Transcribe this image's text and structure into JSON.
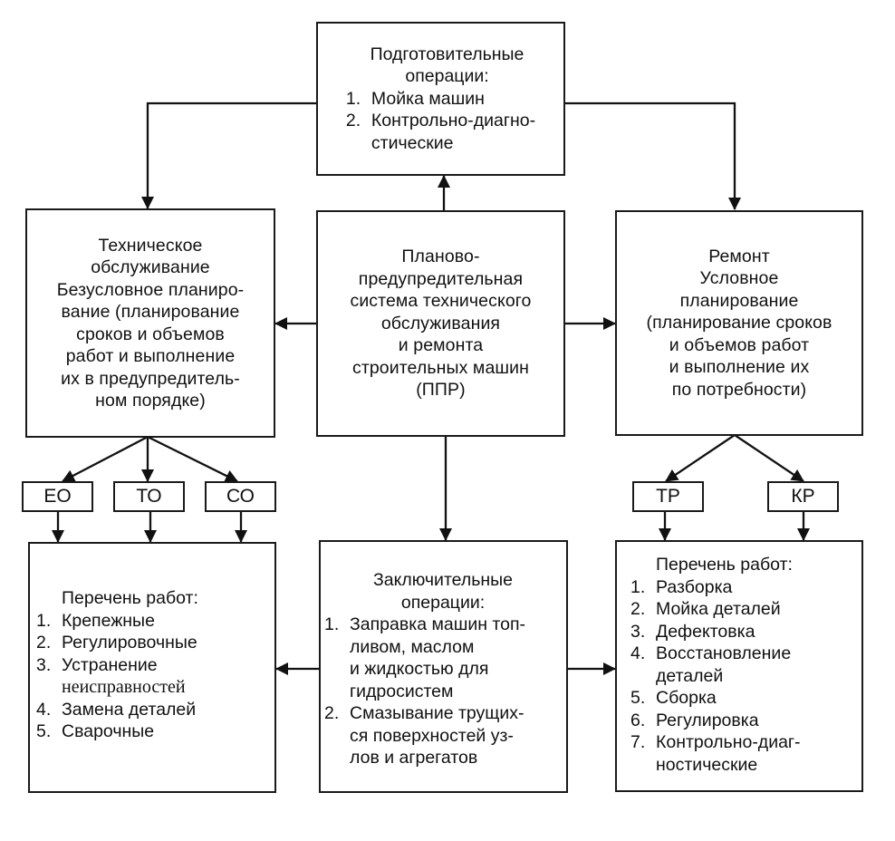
{
  "diagram": {
    "top_box": {
      "title_lines": [
        "Подготовительные",
        "операции:"
      ],
      "items": [
        {
          "num": "1.",
          "lines": [
            "Мойка машин"
          ]
        },
        {
          "num": "2.",
          "lines": [
            "Контрольно-диагно-",
            "стические"
          ]
        }
      ]
    },
    "left_box": {
      "lines": [
        "Техническое",
        "обслуживание",
        "Безусловное планиро-",
        "вание (планирование",
        "сроков и объемов",
        "работ и выполнение",
        "их в предупредитель-",
        "ном порядке)"
      ]
    },
    "center_box": {
      "lines": [
        "Планово-",
        "предупредительная",
        "система технического",
        "обслуживания",
        "и ремонта",
        "строительных машин",
        "(ППР)"
      ]
    },
    "right_box": {
      "lines": [
        "Ремонт",
        "Условное",
        "планирование",
        "(планирование сроков",
        "и объемов работ",
        "и выполнение их",
        "по потребности)"
      ]
    },
    "maintenance_types": [
      "ЕО",
      "ТО",
      "СО"
    ],
    "repair_types": [
      "ТР",
      "КР"
    ],
    "bottom_left_box": {
      "title": "Перечень работ:",
      "items": [
        {
          "num": "1.",
          "lines": [
            "Крепежные"
          ]
        },
        {
          "num": "2.",
          "lines": [
            "Регулировочные"
          ]
        },
        {
          "num": "3.",
          "lines": [
            "Устранение",
            "неисправностей"
          ]
        },
        {
          "num": "4.",
          "lines": [
            "Замена деталей"
          ]
        },
        {
          "num": "5.",
          "lines": [
            "Сварочные"
          ]
        }
      ]
    },
    "bottom_center_box": {
      "title_lines": [
        "Заключительные",
        "операции:"
      ],
      "items": [
        {
          "num": "1.",
          "lines": [
            "Заправка машин топ-",
            "ливом, маслом",
            "и жидкостью для",
            "гидросистем"
          ]
        },
        {
          "num": "2.",
          "lines": [
            "Смазывание трущих-",
            "ся поверхностей уз-",
            "лов и агрегатов"
          ]
        }
      ]
    },
    "bottom_right_box": {
      "title": "Перечень работ:",
      "items": [
        {
          "num": "1.",
          "lines": [
            "Разборка"
          ]
        },
        {
          "num": "2.",
          "lines": [
            "Мойка деталей"
          ]
        },
        {
          "num": "3.",
          "lines": [
            "Дефектовка"
          ]
        },
        {
          "num": "4.",
          "lines": [
            "Восстановление",
            "деталей"
          ]
        },
        {
          "num": "5.",
          "lines": [
            "Сборка"
          ]
        },
        {
          "num": "6.",
          "lines": [
            "Регулировка"
          ]
        },
        {
          "num": "7.",
          "lines": [
            "Контрольно-диаг-",
            "ностические"
          ]
        }
      ]
    }
  }
}
